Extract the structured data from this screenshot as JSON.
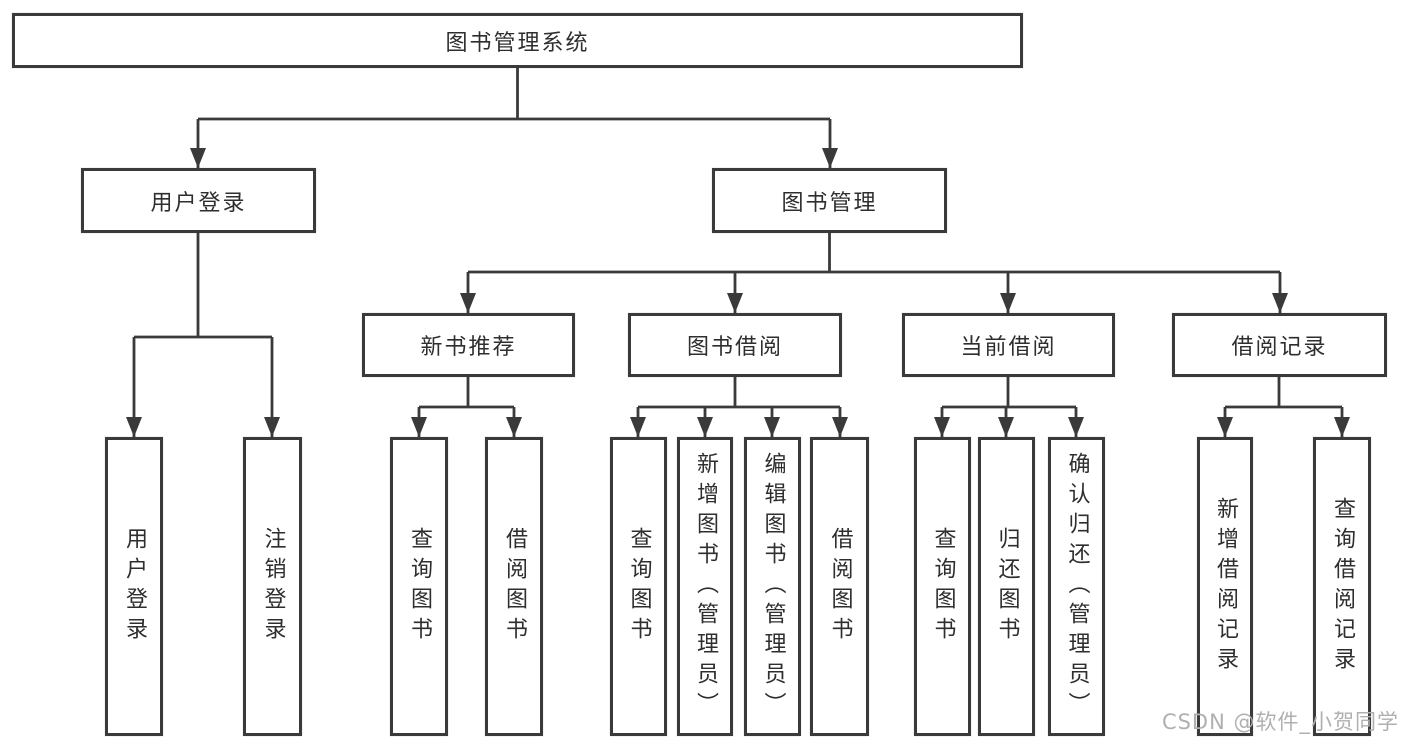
{
  "diagram": {
    "type": "hierarchy-tree",
    "root": {
      "label": "图书管理系统"
    },
    "branches": [
      {
        "label": "用户登录",
        "leaves": [
          "用户登录",
          "注销登录"
        ]
      },
      {
        "label": "图书管理",
        "children": [
          {
            "label": "新书推荐",
            "leaves": [
              "查询图书",
              "借阅图书"
            ]
          },
          {
            "label": "图书借阅",
            "leaves": [
              "查询图书",
              "新增图书（管理员）",
              "编辑图书（管理员）",
              "借阅图书"
            ]
          },
          {
            "label": "当前借阅",
            "leaves": [
              "查询图书",
              "归还图书",
              "确认归还（管理员）"
            ]
          },
          {
            "label": "借阅记录",
            "leaves": [
              "新增借阅记录",
              "查询借阅记录"
            ]
          }
        ]
      }
    ]
  },
  "watermark": {
    "text": "CSDN @软件_小贺同学"
  },
  "colors": {
    "line": "#3a3a3a",
    "box_border": "#3a3a3a",
    "box_fill": "#ffffff",
    "text": "#2e2e2e",
    "watermark": "#b0b0b0",
    "background": "#ffffff"
  }
}
